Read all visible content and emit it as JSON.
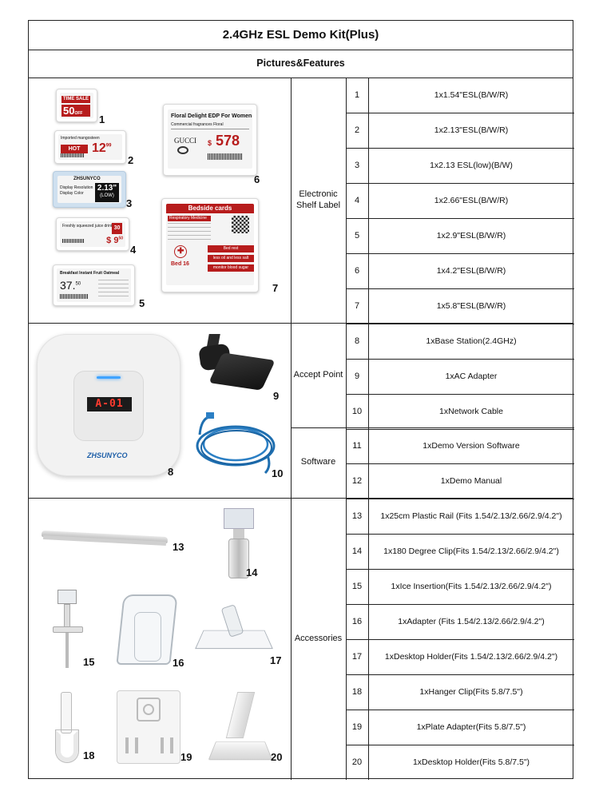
{
  "title": "2.4GHz ESL Demo Kit(Plus)",
  "subtitle": "Pictures&Features",
  "categories": {
    "esl": "Electronic Shelf Label",
    "accept_point": "Accept Point",
    "software": "Software",
    "accessories": "Accessories"
  },
  "items": [
    {
      "no": "1",
      "desc": "1x1.54\"ESL(B/W/R)"
    },
    {
      "no": "2",
      "desc": "1x2.13\"ESL(B/W/R)"
    },
    {
      "no": "3",
      "desc": "1x2.13 ESL(low)(B/W)"
    },
    {
      "no": "4",
      "desc": "1x2.66\"ESL(B/W/R)"
    },
    {
      "no": "5",
      "desc": "1x2.9\"ESL(B/W/R)"
    },
    {
      "no": "6",
      "desc": "1x4.2\"ESL(B/W/R)"
    },
    {
      "no": "7",
      "desc": "1x5.8\"ESL(B/W/R)"
    },
    {
      "no": "8",
      "desc": "1xBase Station(2.4GHz)"
    },
    {
      "no": "9",
      "desc": "1xAC Adapter"
    },
    {
      "no": "10",
      "desc": "1xNetwork Cable"
    },
    {
      "no": "11",
      "desc": "1xDemo Version Software"
    },
    {
      "no": "12",
      "desc": "1xDemo Manual"
    },
    {
      "no": "13",
      "desc": "1x25cm Plastic Rail (Fits 1.54/2.13/2.66/2.9/4.2\")"
    },
    {
      "no": "14",
      "desc": "1x180 Degree Clip(Fits 1.54/2.13/2.66/2.9/4.2\")"
    },
    {
      "no": "15",
      "desc": "1xIce Insertion(Fits 1.54/2.13/2.66/2.9/4.2\")"
    },
    {
      "no": "16",
      "desc": "1xAdapter (Fits 1.54/2.13/2.66/2.9/4.2\")"
    },
    {
      "no": "17",
      "desc": "1xDesktop Holder(Fits 1.54/2.13/2.66/2.9/4.2\")"
    },
    {
      "no": "18",
      "desc": "1xHanger Clip(Fits 5.8/7.5\")"
    },
    {
      "no": "19",
      "desc": "1xPlate Adapter(Fits 5.8/7.5\")"
    },
    {
      "no": "20",
      "desc": "1xDesktop Holder(Fits 5.8/7.5\")"
    }
  ],
  "callouts": [
    "1",
    "2",
    "3",
    "4",
    "5",
    "6",
    "7",
    "8",
    "9",
    "10",
    "13",
    "14",
    "15",
    "16",
    "17",
    "18",
    "19",
    "20"
  ],
  "tags": {
    "t1": {
      "banner": "TIME SALE",
      "price": "50",
      "suffix": "OFF"
    },
    "t2": {
      "header": "Imported mangosteen",
      "label": "HOT SALE",
      "price": "12",
      "cents": "99"
    },
    "t3": {
      "brand": "ZHSUNYCO",
      "line1": "Display Resolution",
      "line2": "Display Color",
      "size": "2.13\"",
      "low": "(LOW)"
    },
    "t4": {
      "header": "Freshly squeezed juice drinks",
      "badge": "30",
      "price": "$ 9",
      "cents": "50"
    },
    "t5": {
      "header": "Breakfast Instant Fruit Oatmeal",
      "price": "37.",
      "cents": "50"
    },
    "t6": {
      "header": "Floral Delight EDP For Women",
      "sub": "Commercial fragrances Floral",
      "brand": "GUCCI",
      "price": "578",
      "currency": "$"
    },
    "t7": {
      "header": "Bedside cards",
      "sub": "Respiratory Medicine",
      "bed": "Bed 16",
      "r1": "Bed rest",
      "r2": "less oil and less salt",
      "r3": "monitor blood sugar"
    },
    "base": {
      "display": "A-01",
      "brand": "ZHSUNYCO"
    }
  },
  "colors": {
    "accent_red": "#b71c1c",
    "cable_blue": "#1f6fb0",
    "border": "#222222"
  }
}
